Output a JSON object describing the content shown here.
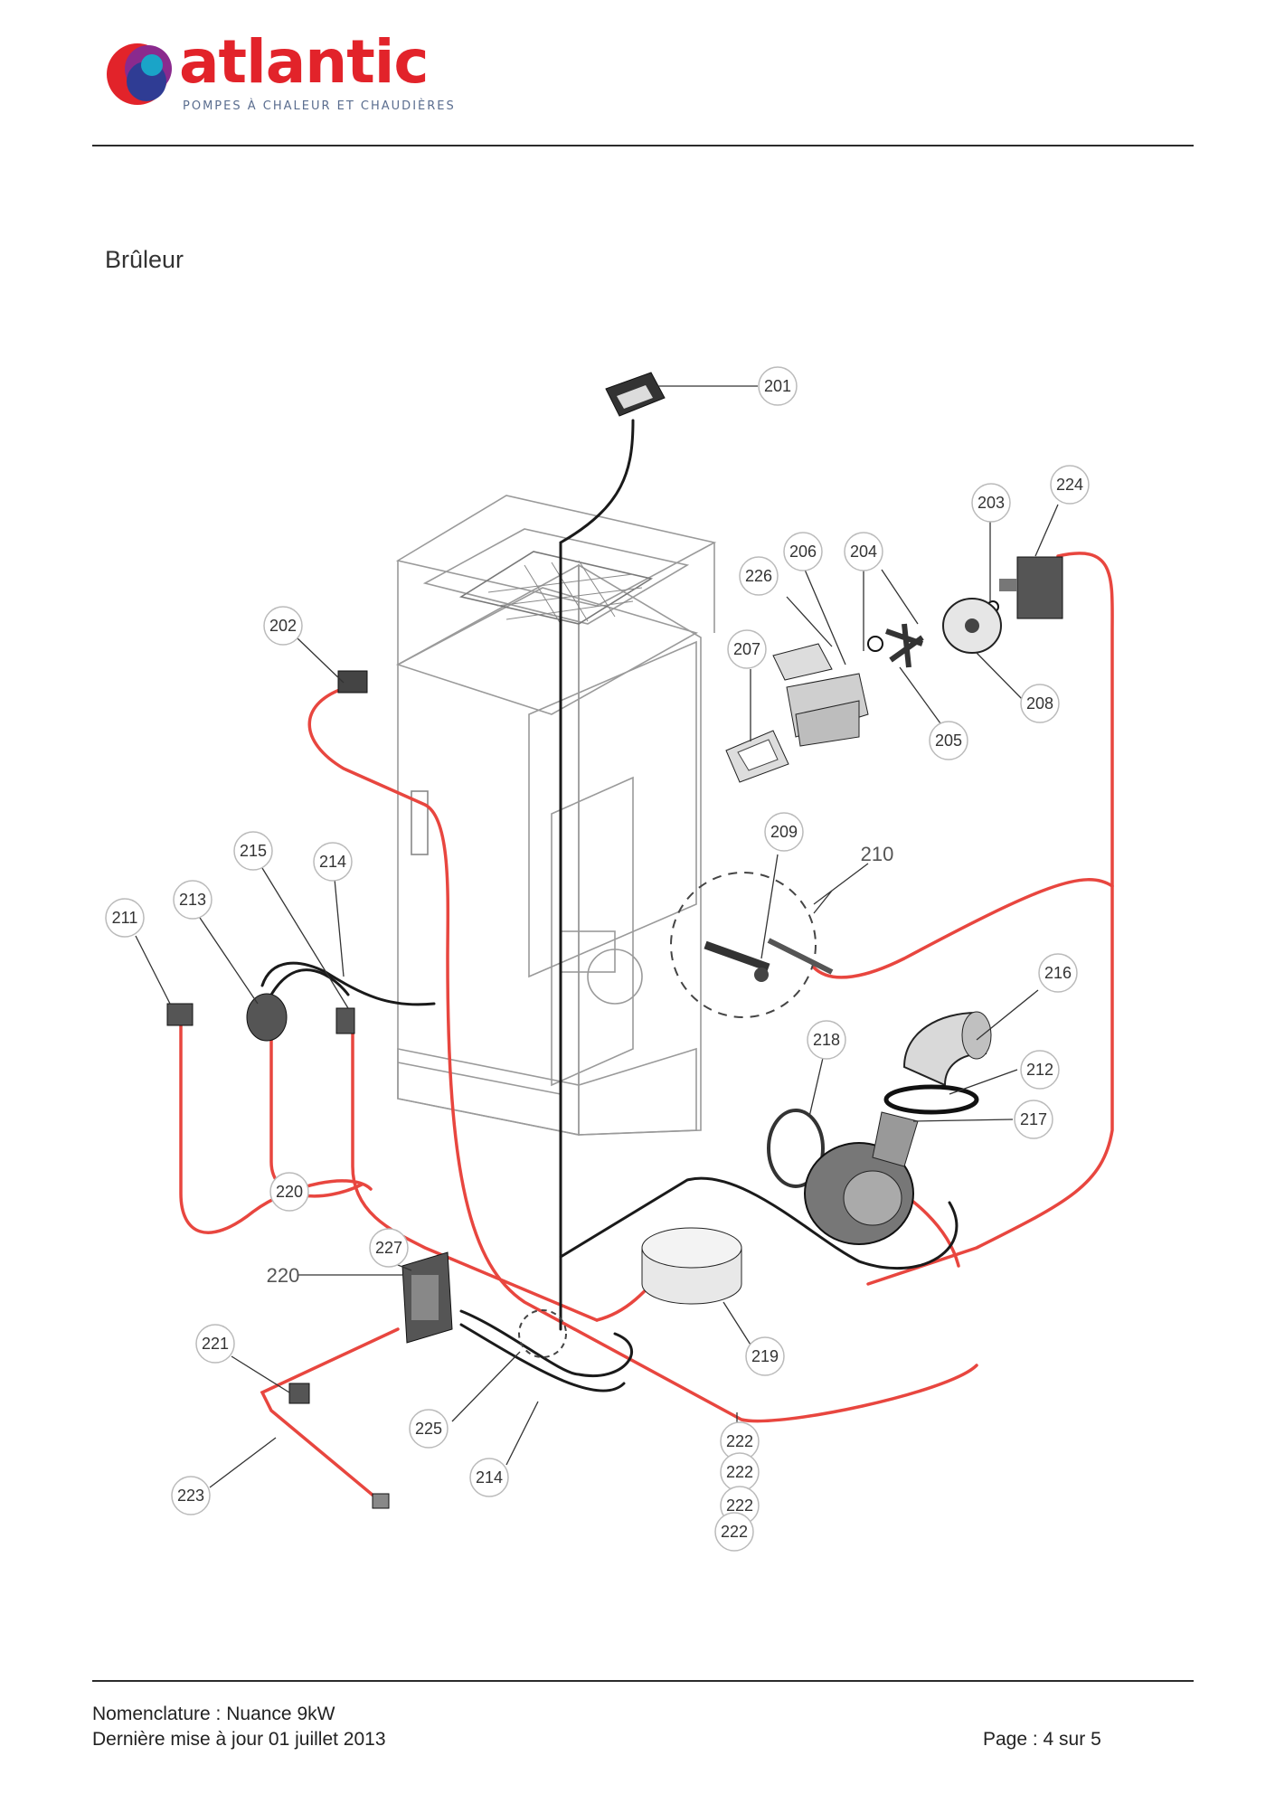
{
  "header": {
    "brand": "atlantic",
    "tagline": "POMPES À CHALEUR ET CHAUDIÈRES",
    "colors": {
      "brand_red": "#e2232a",
      "brand_blue": "#2f3c94",
      "brand_purple": "#8a2a8e",
      "tagline_blue": "#5a6d8f"
    }
  },
  "section": {
    "title": "Brûleur"
  },
  "callouts": [
    "201",
    "202",
    "203",
    "224",
    "226",
    "206",
    "204",
    "207",
    "208",
    "205",
    "209",
    "210",
    "215",
    "214",
    "213",
    "211",
    "216",
    "218",
    "212",
    "217",
    "220",
    "227",
    "220",
    "221",
    "219",
    "225",
    "214",
    "223",
    "222",
    "222",
    "222",
    "222"
  ],
  "footer": {
    "line1": "Nomenclature : Nuance 9kW",
    "line2": "Dernière mise à jour 01 juillet 2013",
    "page": "Page : 4 sur 5"
  },
  "diagram": {
    "wire_color": "#e8463f",
    "cable_color": "#1a1a1a"
  }
}
